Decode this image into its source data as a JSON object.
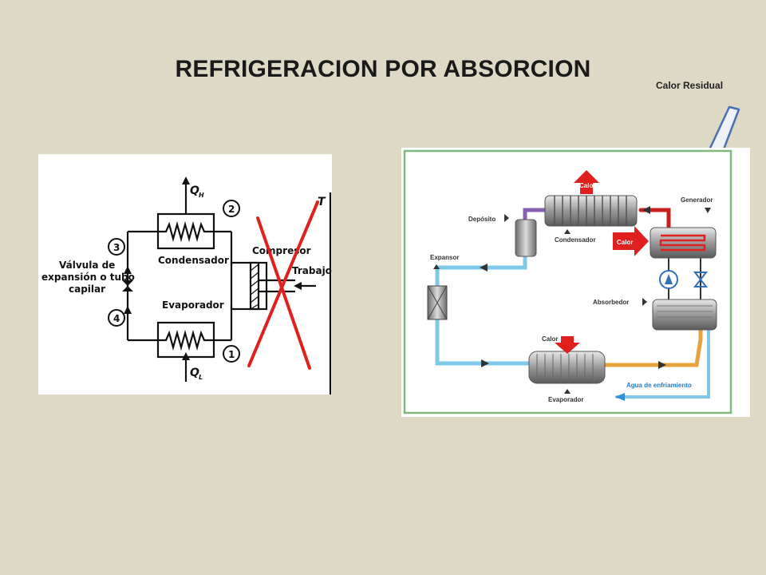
{
  "slide": {
    "title": "REFRIGERACION POR ABSORCION",
    "annotation": "Calor Residual"
  },
  "left_diagram": {
    "labels": {
      "qh": "Q",
      "qh_sub": "H",
      "ql": "Q",
      "ql_sub": "L",
      "condensador": "Condensador",
      "evaporador": "Evaporador",
      "compresor": "Compresor",
      "trabajo": "Trabajo",
      "valvula_1": "Válvula de",
      "valvula_2": "expansión o tubo",
      "valvula_3": "capilar",
      "t_axis": "T"
    },
    "state_points": [
      "1",
      "2",
      "3",
      "4"
    ],
    "cross_color": "#E0201E"
  },
  "right_diagram": {
    "labels": {
      "calor_top": "Calor",
      "generador": "Generador",
      "deposito": "Depósito",
      "condensador": "Condensador",
      "calor_gen": "Calor",
      "expansor": "Expansor",
      "absorbedor": "Absorbedor",
      "calor_evap": "Calor",
      "evaporador": "Evaporador",
      "agua": "Agua de enfriamiento"
    },
    "colors": {
      "frame": "#7DB87D",
      "heat": "#E0201E",
      "water": "#2E8FDA",
      "pipe_hot": "#C81E1E",
      "pipe_cold": "#7FC8E8",
      "pipe_warm": "#E8A23A"
    }
  },
  "arrow_colors": {
    "calor_residual": "#4A6FB5"
  }
}
